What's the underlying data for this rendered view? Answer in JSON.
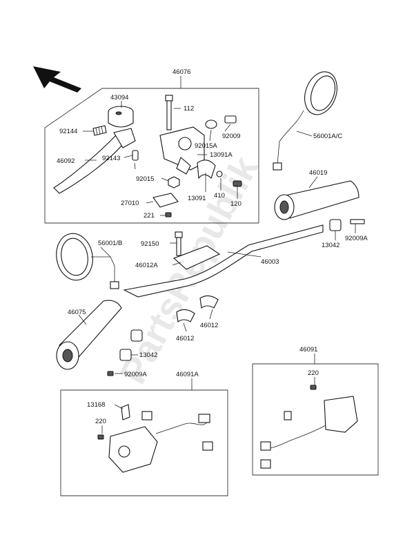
{
  "watermark": "PartsRepublik",
  "labels": {
    "p46076": "46076",
    "p43094": "43094",
    "p112": "112",
    "p92144": "92144",
    "p92009_top": "92009",
    "p92015A": "92015A",
    "p46092": "46092",
    "p92143": "92143",
    "p13091A": "13091A",
    "p92015": "92015",
    "p410": "410",
    "p13091": "13091",
    "p27010": "27010",
    "p120": "120",
    "p221": "221",
    "p56001AC": "56001A/C",
    "p46019": "46019",
    "p13042_right": "13042",
    "p92009A_right": "92009A",
    "p56001B": "56001/B",
    "p92150": "92150",
    "p46012A": "46012A",
    "p46003": "46003",
    "p46075": "46075",
    "p46012_a": "46012",
    "p46012_b": "46012",
    "p13042_left": "13042",
    "p92009A_left": "92009A",
    "p46091A": "46091A",
    "p13168": "13168",
    "p220_left": "220",
    "p46091": "46091",
    "p220_right": "220"
  }
}
